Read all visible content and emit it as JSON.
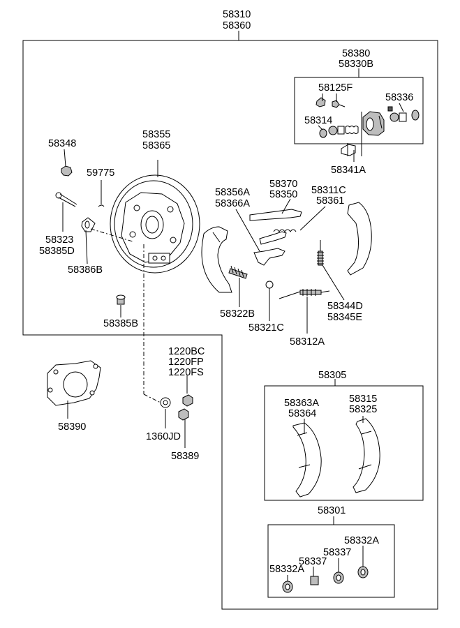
{
  "labels": {
    "l_58310": "58310",
    "l_58360": "58360",
    "l_58380": "58380",
    "l_58330B": "58330B",
    "l_58125F": "58125F",
    "l_58336": "58336",
    "l_58314": "58314",
    "l_58341A": "58341A",
    "l_58348": "58348",
    "l_58355": "58355",
    "l_58365": "58365",
    "l_59775": "59775",
    "l_58323": "58323",
    "l_58385D": "58385D",
    "l_58386B": "58386B",
    "l_58385B": "58385B",
    "l_58370": "58370",
    "l_58350": "58350",
    "l_58356A": "58356A",
    "l_58366A": "58366A",
    "l_58311C": "58311C",
    "l_58361": "58361",
    "l_58322B": "58322B",
    "l_58321C": "58321C",
    "l_58344D": "58344D",
    "l_58345E": "58345E",
    "l_58312A": "58312A",
    "l_1220BC": "1220BC",
    "l_1220FP": "1220FP",
    "l_1220FS": "1220FS",
    "l_1360JD": "1360JD",
    "l_58389": "58389",
    "l_58390": "58390",
    "l_58305": "58305",
    "l_58363A": "58363A",
    "l_58364": "58364",
    "l_58315": "58315",
    "l_58325": "58325",
    "l_58301": "58301",
    "l_58332A_top": "58332A",
    "l_58337_right": "58337",
    "l_58337_left": "58337",
    "l_58332A_left": "58332A"
  }
}
